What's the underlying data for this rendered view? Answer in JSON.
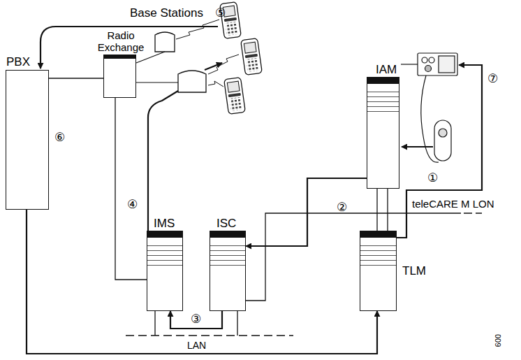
{
  "diagram": {
    "nodes": [
      {
        "text": [
          "PBX"
        ]
      },
      {
        "text": [
          "Radio Exchange"
        ]
      },
      {
        "text": [
          "IAM"
        ]
      },
      {
        "text": [
          "IMS"
        ]
      },
      {
        "text": [
          "ISC"
        ]
      },
      {
        "text": [
          "TLM"
        ]
      }
    ],
    "edges": [
      {
        "from": 0,
        "to": 1,
        "arrow": "none"
      },
      {
        "from": 1,
        "to": 3,
        "arrow": "none"
      },
      {
        "from": 2,
        "to": 4,
        "arrow": "to"
      },
      {
        "from": 4,
        "to": 3,
        "arrow": "to"
      },
      {
        "from": 0,
        "to": 5,
        "arrow": "to"
      }
    ],
    "labels": [
      "Base Stations",
      "⑤",
      "①",
      "②",
      "③",
      "④",
      "⑥",
      "⑦",
      "teleCARE M LON",
      "LAN",
      "009"
    ]
  }
}
